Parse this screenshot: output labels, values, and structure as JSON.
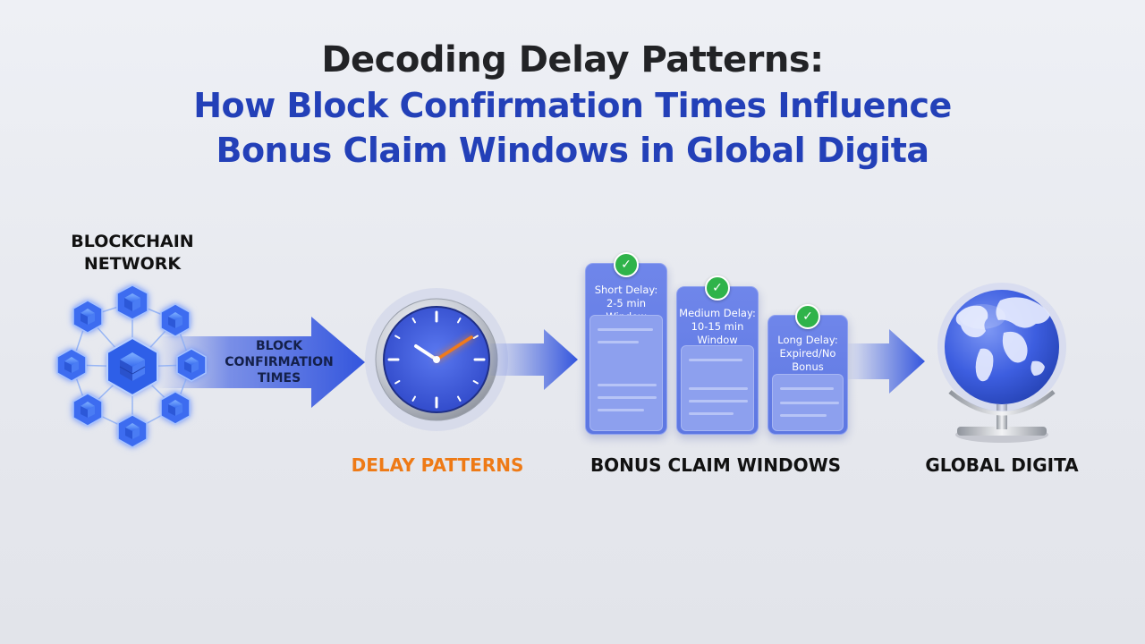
{
  "title": {
    "line1": "Decoding Delay Patterns:",
    "line2": "How Block Confirmation Times Influence",
    "line3": "Bonus Claim Windows in Global Digita"
  },
  "labels": {
    "blockchain_network_line1": "BLOCKCHAIN",
    "blockchain_network_line2": "NETWORK",
    "arrow_line1": "BLOCK",
    "arrow_line2": "CONFIRMATION",
    "arrow_line3": "TIMES",
    "delay_patterns": "DELAY PATTERNS",
    "bonus_claim_windows": "BONUS CLAIM WINDOWS",
    "global_digita": "GLOBAL DIGITA"
  },
  "windows": [
    {
      "line1": "Short Delay:",
      "line2": "2-5 min Window",
      "line3": ""
    },
    {
      "line1": "Medium Delay:",
      "line2": "10-15 min",
      "line3": "Window"
    },
    {
      "line1": "Long Delay:",
      "line2": "Expired/No",
      "line3": "Bonus"
    }
  ],
  "colors": {
    "title_dark": "#222326",
    "title_blue": "#2340b8",
    "delay_orange": "#ee7a16",
    "arrow_blue": "#3f5fe0",
    "card_blue": "#6f86ea",
    "check_green": "#2fb34a"
  },
  "icons": [
    "blockchain-network-icon",
    "clock-icon",
    "check-icon",
    "globe-icon"
  ]
}
